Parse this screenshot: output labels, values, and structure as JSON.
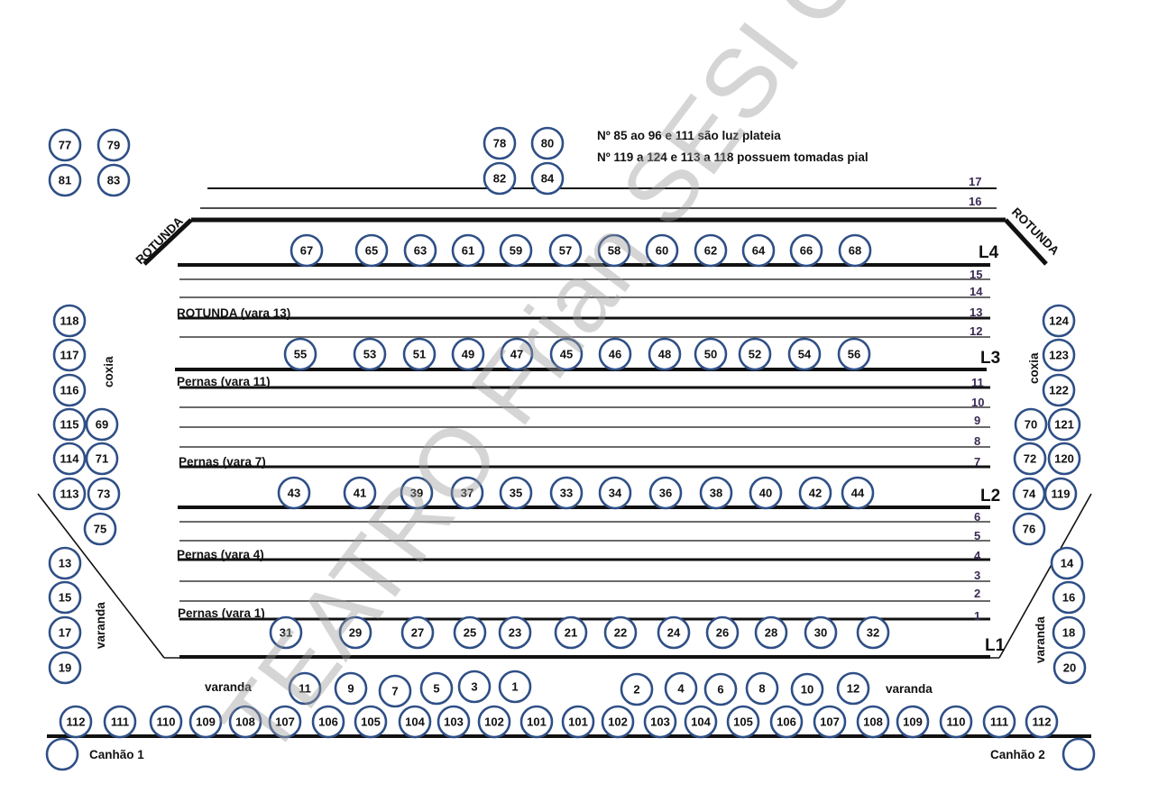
{
  "notes": [
    "Nº 85 ao 96 e 111 são luz plateia",
    "Nº 119 a 124 e 113 a 118 possuem tomadas pial"
  ],
  "rotunda_label": "ROTUNDA",
  "bar_labels": [
    "ROTUNDA (vara 13)",
    "Pernas (vara 11)",
    "Pernas (vara 7)",
    "Pernas (vara 4)",
    "Pernas (vara 1)"
  ],
  "side_labels": {
    "coxia": "coxia",
    "varanda": "varanda"
  },
  "cannons": [
    "Canhão 1",
    "Canhão 2"
  ],
  "line_labels": [
    "L4",
    "L3",
    "L2",
    "L1"
  ],
  "vara_numbers": [
    "17",
    "16",
    "15",
    "14",
    "13",
    "12",
    "11",
    "10",
    "9",
    "8",
    "7",
    "6",
    "5",
    "4",
    "3",
    "2",
    "1"
  ],
  "watermark": "TEATRO Frian SESI CENTRO",
  "circle_numbers": {
    "top_left": [
      "77",
      "79",
      "81",
      "83"
    ],
    "top_center": [
      "78",
      "80",
      "82",
      "84"
    ],
    "row_L4": [
      "67",
      "65",
      "63",
      "61",
      "59",
      "57",
      "58",
      "60",
      "62",
      "64",
      "66",
      "68"
    ],
    "row_L3": [
      "55",
      "53",
      "51",
      "49",
      "47",
      "45",
      "46",
      "48",
      "50",
      "52",
      "54",
      "56"
    ],
    "row_L2": [
      "43",
      "41",
      "39",
      "37",
      "35",
      "33",
      "34",
      "36",
      "38",
      "40",
      "42",
      "44"
    ],
    "row_L1": [
      "31",
      "29",
      "27",
      "25",
      "23",
      "21",
      "22",
      "24",
      "26",
      "28",
      "30",
      "32"
    ],
    "left_coxia": [
      "118",
      "117",
      "116",
      "115",
      "114",
      "113",
      "69",
      "71",
      "73",
      "75"
    ],
    "right_coxia": [
      "124",
      "123",
      "122",
      "121",
      "120",
      "119",
      "70",
      "72",
      "74",
      "76"
    ],
    "left_varanda": [
      "13",
      "15",
      "17",
      "19"
    ],
    "right_varanda": [
      "14",
      "16",
      "18",
      "20"
    ],
    "front_left": [
      "11",
      "9",
      "7",
      "5",
      "3",
      "1"
    ],
    "front_right": [
      "2",
      "4",
      "6",
      "8",
      "10",
      "12"
    ],
    "bottom_row": [
      "112",
      "111",
      "110",
      "109",
      "108",
      "107",
      "106",
      "105",
      "104",
      "103",
      "102",
      "101",
      "101",
      "102",
      "103",
      "104",
      "105",
      "106",
      "107",
      "108",
      "109",
      "110",
      "111",
      "112"
    ]
  }
}
